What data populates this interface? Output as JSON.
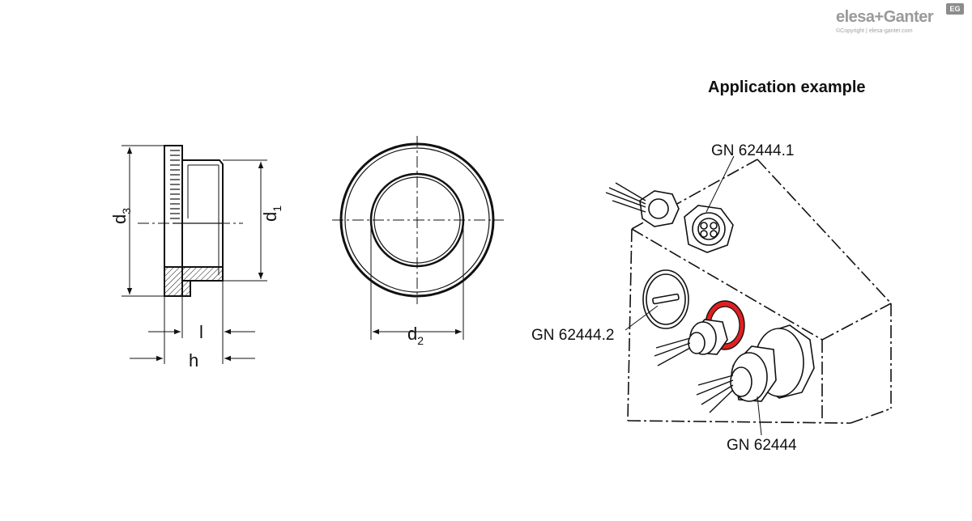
{
  "brand": {
    "name": "elesa+Ganter",
    "badge": "EG",
    "copyright": "©Copyright | elesa-ganter.com"
  },
  "heading": "Application example",
  "dimensions": {
    "d3": "d",
    "d3_sub": "3",
    "d1": "d",
    "d1_sub": "1",
    "d2": "d",
    "d2_sub": "2",
    "l": "l",
    "h": "h"
  },
  "callouts": {
    "gn1": "GN 62444.1",
    "gn2": "GN 62444.2",
    "gn0": "GN 62444"
  },
  "colors": {
    "line": "#111111",
    "highlight": "#e02020",
    "brand": "#9a9a9a"
  }
}
